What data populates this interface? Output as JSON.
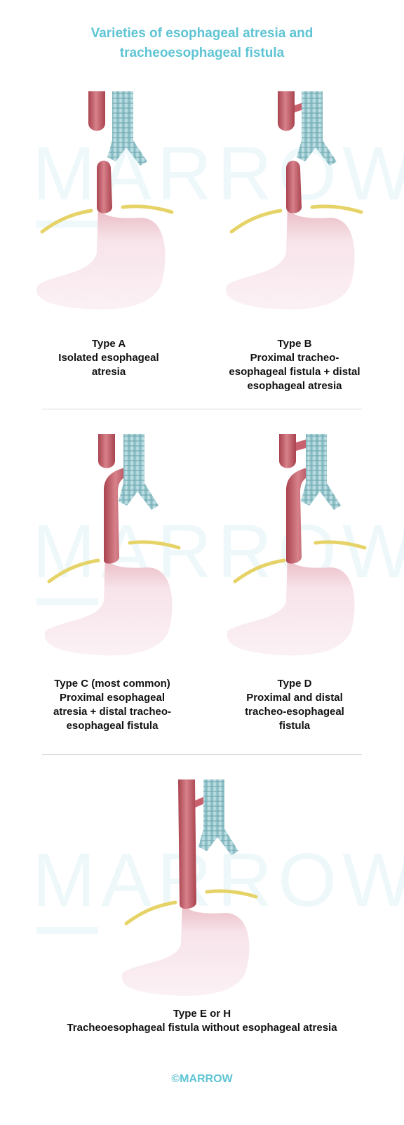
{
  "title": {
    "line1": "Varieties of esophageal atresia and",
    "line2": "tracheoesophageal fistula"
  },
  "watermark": "MARROW",
  "types": [
    {
      "name": "Type A",
      "lines": [
        "Isolated esophageal",
        "atresia"
      ]
    },
    {
      "name": "Type B",
      "lines": [
        "Proximal tracheo-",
        "esophageal fistula + distal",
        "esophageal atresia"
      ]
    },
    {
      "name": "Type C (most common)",
      "lines": [
        "Proximal esophageal",
        "atresia + distal tracheo-",
        "esophageal fistula"
      ]
    },
    {
      "name": "Type D",
      "lines": [
        "Proximal and distal",
        "tracheo-esophageal",
        "fistula"
      ]
    },
    {
      "name": "Type E or H",
      "lines": [
        "Tracheoesophageal fistula without esophageal atresia"
      ]
    }
  ],
  "footer": "©MARROW",
  "colors": {
    "accent": "#5ec4d4",
    "esophagus": "#c9606e",
    "stomach": "#f8e8ee",
    "trachea": "#9fcfd6",
    "nerve": "#e6d368"
  }
}
